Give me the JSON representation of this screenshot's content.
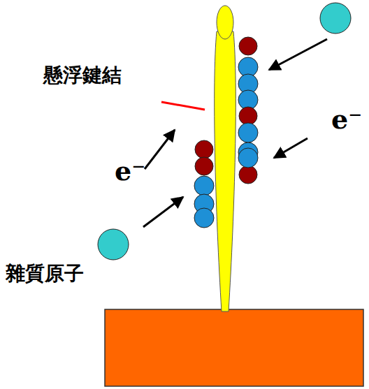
{
  "diagram": {
    "labels": [
      "懸浮鍵結",
      "e⁻",
      "e⁻",
      "雜質原子"
    ]
  }
}
